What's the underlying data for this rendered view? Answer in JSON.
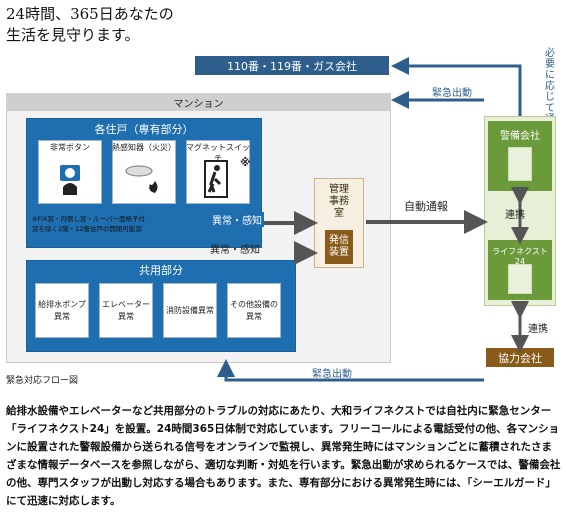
{
  "heading": {
    "line1": "24時間、365日あなたの",
    "line2": "生活を見守ります。"
  },
  "bar_top": {
    "label": "110番・119番・ガス会社"
  },
  "vertical_note": "必要に応じて通報連絡",
  "mansion": {
    "title": "マンション"
  },
  "unit": {
    "title": "各住戸（専有部分）",
    "devices": [
      {
        "label": "非常ボタン",
        "icon": "emergency-button-icon"
      },
      {
        "label": "熱感知器（火災）",
        "icon": "heat-detector-icon"
      },
      {
        "label": "マグネットスイッチ",
        "icon": "magnet-switch-icon",
        "mark": "※"
      }
    ],
    "note_line1": "※FIX窓・内倒し窓・ルーバー面格子付",
    "note_line2": "窓を除く2階・12階住戸の開閉可能窓"
  },
  "common": {
    "title": "共用部分",
    "items": [
      "給排水ポンプ異常",
      "エレベーター異常",
      "消防設備異常",
      "その他設備の異常"
    ]
  },
  "arrow_labels": {
    "abnormal_1": "異常・感知",
    "abnormal_2": "異常・感知",
    "auto_report": "自動通報",
    "emergency_top": "緊急出動",
    "emergency_bottom": "緊急出動",
    "cooperation_1": "連携",
    "cooperation_2": "連携"
  },
  "management": {
    "title": "管理事務室",
    "sender": "発信装置"
  },
  "security": {
    "title": "警備会社"
  },
  "life_next": {
    "title": "ライフネクスト24"
  },
  "kyoryoku": {
    "title": "協力会社"
  },
  "caption": "緊急対応フロー図",
  "paragraph": "給排水設備やエレベーターなど共用部分のトラブルの対応にあたり、大和ライフネクストでは自社内に緊急センター「ライフネクスト24」を設置。24時間365日体制で対応しています。フリーコールによる電話受付の他、各マンションに設置された警報設備から送られる信号をオンラインで監視し、異常発生時にはマンションごとに蓄積されたさまざまな情報データベースを参照しながら、適切な判断・対処を行います。緊急出動が求められるケースでは、警備会社の他、専門スタッフが出動し対応する場合もあります。また、専有部分における異常発生時には、「シーエルガード」にて迅速に対応します。",
  "colors": {
    "blue": "#1f6fb0",
    "navy": "#2e5f8c",
    "green": "#6a9a3a",
    "brown": "#8a5a1b"
  }
}
